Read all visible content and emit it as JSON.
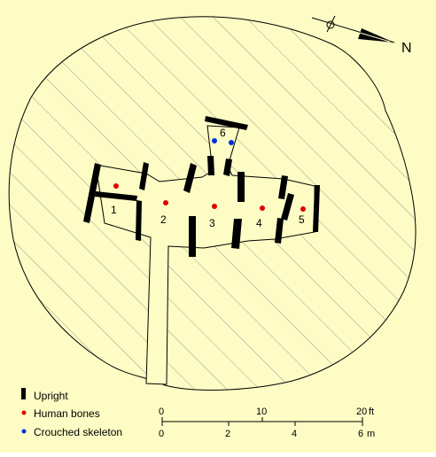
{
  "colors": {
    "background": "#fcfcc4",
    "outline": "#000000",
    "hatch": "#9a9a9a",
    "upright": "#000000",
    "human_bones": "#e00000",
    "crouched_skeleton": "#0030e0"
  },
  "north": {
    "label": "N",
    "icon": "north-arrow-icon"
  },
  "chambers": [
    {
      "number": "1"
    },
    {
      "number": "2"
    },
    {
      "number": "3"
    },
    {
      "number": "4"
    },
    {
      "number": "5"
    },
    {
      "number": "6"
    }
  ],
  "legend": {
    "upright": "Upright",
    "human_bones": "Human bones",
    "crouched_skeleton": "Crouched skeleton"
  },
  "scale": {
    "feet": {
      "labels": [
        "0",
        "10",
        "20"
      ],
      "unit": "ft"
    },
    "metres": {
      "labels": [
        "0",
        "2",
        "4",
        "6"
      ],
      "unit": "m"
    }
  }
}
